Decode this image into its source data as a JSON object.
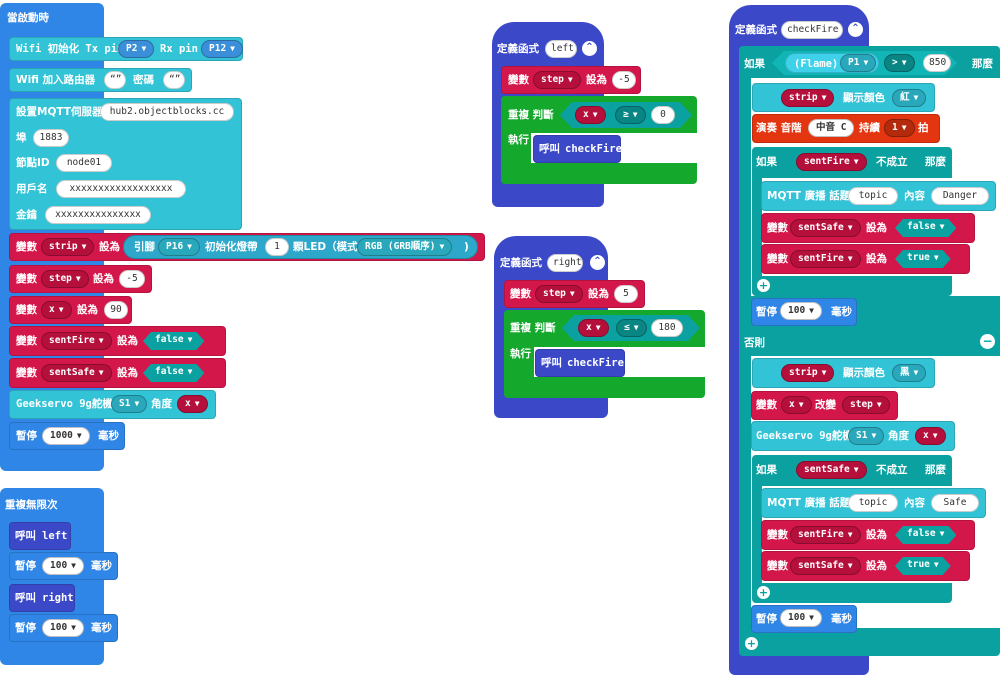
{
  "on_start": {
    "title": "當啟動時",
    "wifi_init": {
      "label": "Wifi 初始化 Tx pin",
      "tx": "P2",
      "rx_label": "Rx pin",
      "rx": "P12"
    },
    "wifi_join": {
      "label": "Wifi 加入路由器",
      "ssid": "",
      "pwd_label": "密碼",
      "pwd": ""
    },
    "mqtt": {
      "server_label": "設置MQTT伺服器",
      "server": "hub2.objectblocks.cc",
      "port_label": "埠",
      "port": "1883",
      "node_label": "節點ID",
      "node": "node01",
      "user_label": "用戶名",
      "user": "xxxxxxxxxxxxxxxxxx",
      "key_label": "金鑰",
      "key": "xxxxxxxxxxxxxxx"
    },
    "strip_set": {
      "var_label": "變數",
      "var": "strip",
      "set_label": "設為",
      "pin_label": "引腳",
      "pin": "P16",
      "init_label": "初始化燈帶",
      "count": "1",
      "led_label": "顆LED（模式",
      "mode": "RGB (GRB順序)",
      "close": ")"
    },
    "step_set": {
      "var": "step",
      "value": "-5"
    },
    "x_set": {
      "var": "x",
      "value": "90"
    },
    "sentfire_set": {
      "var": "sentFire",
      "value": "false"
    },
    "sentsafe_set": {
      "var": "sentSafe",
      "value": "false"
    },
    "servo": {
      "label": "Geekservo 9g舵機",
      "port": "S1",
      "angle_label": "角度",
      "angle": "x"
    },
    "pause": {
      "label": "暫停",
      "value": "1000",
      "unit": "毫秒"
    }
  },
  "forever": {
    "title": "重複無限次",
    "call_left": {
      "label": "呼叫",
      "name": "left"
    },
    "pause1": {
      "label": "暫停",
      "value": "100",
      "unit": "毫秒"
    },
    "call_right": {
      "label": "呼叫",
      "name": "right"
    },
    "pause2": {
      "label": "暫停",
      "value": "100",
      "unit": "毫秒"
    }
  },
  "fn_left": {
    "title": "定義函式",
    "name": "left",
    "set_step": {
      "var_label": "變數",
      "var": "step",
      "set_label": "設為",
      "value": "-5"
    },
    "repeat_label": "重複 判斷",
    "cond_var": "x",
    "cond_op": "≥",
    "cond_val": "0",
    "do_label": "執行",
    "call_label": "呼叫",
    "call": "checkFire"
  },
  "fn_right": {
    "title": "定義函式",
    "name": "right",
    "set_step": {
      "var_label": "變數",
      "var": "step",
      "set_label": "設為",
      "value": "5"
    },
    "repeat_label": "重複 判斷",
    "cond_var": "x",
    "cond_op": "≤",
    "cond_val": "180",
    "do_label": "執行",
    "call_label": "呼叫",
    "call": "checkFire"
  },
  "fn_check": {
    "title": "定義函式",
    "name": "checkFire",
    "if_label": "如果",
    "sensor": "(Flame)",
    "sensor_pin": "P1",
    "op": ">",
    "threshold": "850",
    "then_label": "那麼",
    "strip_color": {
      "var": "strip",
      "label": "顯示顏色",
      "color": "紅"
    },
    "tone": {
      "label": "演奏 音階",
      "note": "中音 C",
      "dur_label": "持續",
      "beats": "1",
      "unit": "拍"
    },
    "if2": {
      "label": "如果",
      "var": "sentFire",
      "not_label": "不成立",
      "then": "那麼"
    },
    "mqtt_pub": {
      "label": "MQTT 廣播 話題",
      "topic": "topic",
      "content_label": "內容",
      "content": "Danger"
    },
    "set_safe": {
      "var": "sentSafe",
      "value": "false"
    },
    "set_fire": {
      "var": "sentFire",
      "value": "true"
    },
    "pause": {
      "label": "暫停",
      "value": "100",
      "unit": "毫秒"
    },
    "else_label": "否則",
    "strip_color2": {
      "var": "strip",
      "label": "顯示顏色",
      "color": "黑"
    },
    "change_x": {
      "var_label": "變數",
      "var": "x",
      "change_label": "改變",
      "by": "step"
    },
    "servo": {
      "label": "Geekservo 9g舵機",
      "port": "S1",
      "angle_label": "角度",
      "angle": "x"
    },
    "if3": {
      "label": "如果",
      "var": "sentSafe",
      "not_label": "不成立",
      "then": "那麼"
    },
    "mqtt_pub2": {
      "label": "MQTT 廣播 話題",
      "topic": "topic",
      "content_label": "內容",
      "content": "Safe"
    },
    "set_fire2": {
      "var": "sentFire",
      "value": "false"
    },
    "set_safe2": {
      "var": "sentSafe",
      "value": "true"
    },
    "pause2": {
      "label": "暫停",
      "value": "100",
      "unit": "毫秒"
    }
  },
  "common": {
    "var_label": "變數",
    "set_label": "設為"
  }
}
